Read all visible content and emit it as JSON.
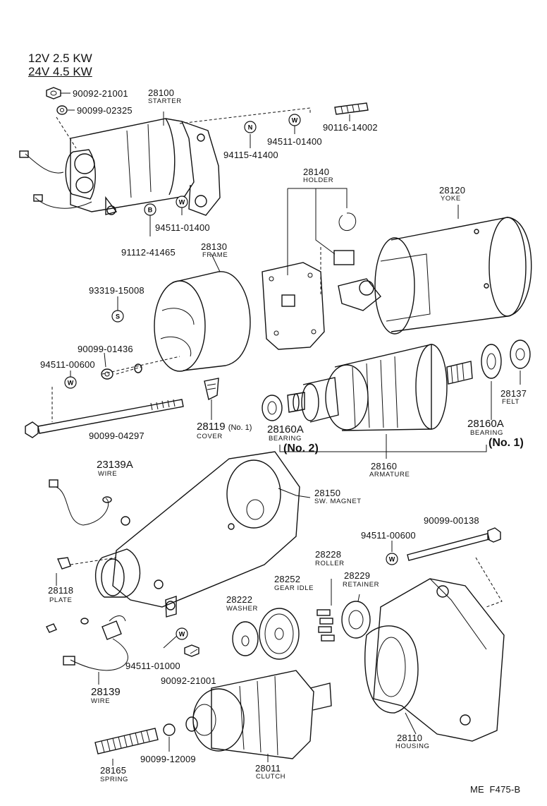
{
  "spec": {
    "line1": "12V  2.5 KW",
    "line2": "24V  4.5 KW"
  },
  "parts": {
    "p90092_top": "90092-21001",
    "p90099_02325": "90099-02325",
    "p28100": "28100",
    "p28100_name": "STARTER",
    "p94115": "94115-41400",
    "p94511_01400_top": "94511-01400",
    "p90116": "90116-14002",
    "p94511_01400_mid": "94511-01400",
    "p91112": "91112-41465",
    "p28140": "28140",
    "p28140_name": "HOLDER",
    "p28120": "28120",
    "p28120_name": "YOKE",
    "p28130": "28130",
    "p28130_name": "FRAME",
    "p93319": "93319-15008",
    "p90099_01436": "90099-01436",
    "p94511_00600_left": "94511-00600",
    "p90099_04297": "90099-04297",
    "p28119": "28119",
    "p28119_note": "(No. 1)",
    "p28119_name": "COVER",
    "p28160A_2": "28160A",
    "p28160A_2_name": "BEARING",
    "p28160A_2_note": "(No. 2)",
    "p28160A_1": "28160A",
    "p28160A_1_name": "BEARING",
    "p28160A_1_note": "(No. 1)",
    "p28137": "28137",
    "p28137_name": "FELT",
    "p28160": "28160",
    "p28160_name": "ARMATURE",
    "p23139A": "23139A",
    "p23139A_name": "WIRE",
    "p28150": "28150",
    "p28150_name": "SW. MAGNET",
    "p90099_00138": "90099-00138",
    "p94511_00600_right": "94511-00600",
    "p28228": "28228",
    "p28228_name": "ROLLER",
    "p28252": "28252",
    "p28252_name": "GEAR IDLE",
    "p28229": "28229",
    "p28229_name": "RETAINER",
    "p28222": "28222",
    "p28222_name": "WASHER",
    "p28118": "28118",
    "p28118_name": "PLATE",
    "p94511_01000": "94511-01000",
    "p90092_bottom": "90092-21001",
    "p28139": "28139",
    "p28139_name": "WIRE",
    "p28110": "28110",
    "p28110_name": "HOUSING",
    "p28165": "28165",
    "p28165_name": "SPRING",
    "p90099_12009": "90099-12009",
    "p28011": "28011",
    "p28011_name": "CLUTCH"
  },
  "symbols": {
    "N": "N",
    "W": "W",
    "B": "B",
    "S": "S"
  },
  "code": "ME  F475-B"
}
